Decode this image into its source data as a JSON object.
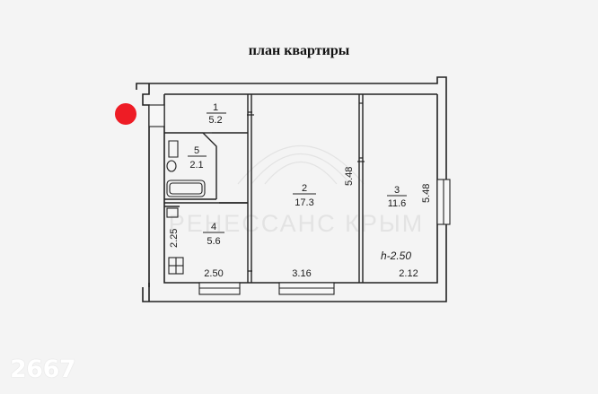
{
  "title": "план квартиры",
  "watermark_code": "2667",
  "watermark_brand": "РЕНЕССАНС КРЫМ",
  "marker_color": "#ee1c25",
  "rooms": [
    {
      "number": "1",
      "area": "5.2"
    },
    {
      "number": "2",
      "area": "17.3"
    },
    {
      "number": "3",
      "area": "11.6"
    },
    {
      "number": "4",
      "area": "5.6"
    },
    {
      "number": "5",
      "area": "2.1"
    }
  ],
  "dimensions": {
    "room2_height": "5.48",
    "room3_height": "5.48",
    "room4_height": "2.25",
    "bottom_left": "2.50",
    "bottom_middle": "3.16",
    "bottom_right": "2.12"
  },
  "ceiling_height": "h-2.50"
}
